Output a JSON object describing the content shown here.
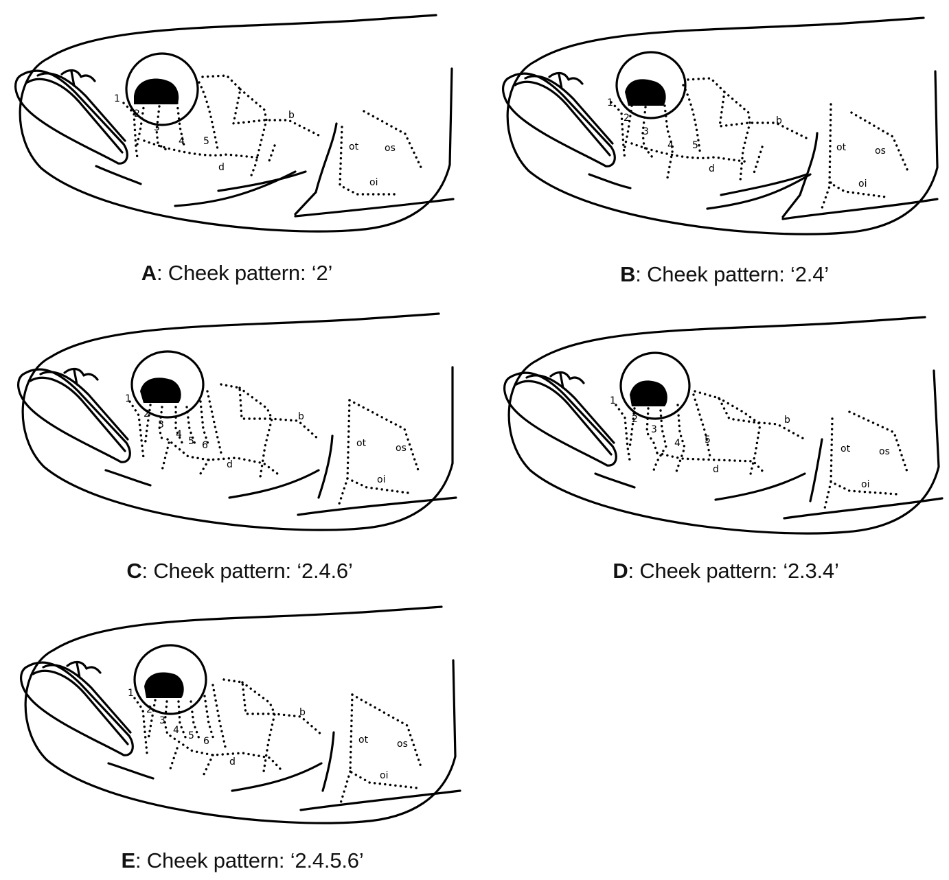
{
  "panels": [
    {
      "id": "A",
      "letter": "A",
      "text": ": Cheek pattern: ‘2’",
      "rays": [
        "1",
        "2",
        "3",
        "4",
        "5"
      ]
    },
    {
      "id": "B",
      "letter": "B",
      "text": ": Cheek pattern: ‘2.4’",
      "rays": [
        "1",
        "2",
        "3",
        "4",
        "5"
      ]
    },
    {
      "id": "C",
      "letter": "C",
      "text": ": Cheek pattern: ‘2.4.6’",
      "rays": [
        "1",
        "2",
        "3",
        "4",
        "5",
        "6"
      ]
    },
    {
      "id": "D",
      "letter": "D",
      "text": ": Cheek pattern: ‘2.3.4’",
      "rays": [
        "1",
        "2",
        "3",
        "4",
        "5"
      ]
    },
    {
      "id": "E",
      "letter": "E",
      "text": ": Cheek pattern: ‘2.4.5.6’",
      "rays": [
        "1",
        "2",
        "3",
        "4",
        "5",
        "6"
      ]
    }
  ],
  "canal_labels": {
    "b": "b",
    "d": "d",
    "ot": "ot",
    "os": "os",
    "oi": "oi"
  }
}
